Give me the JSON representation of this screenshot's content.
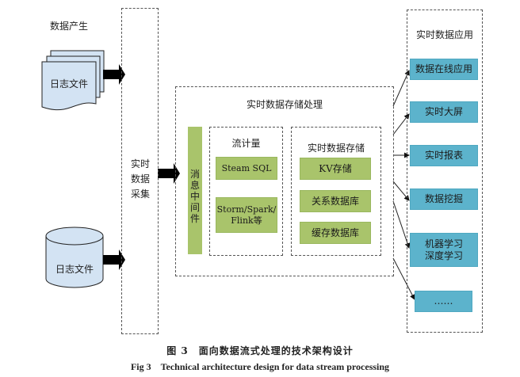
{
  "diagram": {
    "source": {
      "title": "数据产生",
      "doc_label": "日志文件",
      "db_label": "日志文件"
    },
    "collection": {
      "lines": [
        "实时",
        "数据",
        "采集"
      ]
    },
    "processing": {
      "title": "实时数据存储处理",
      "middleware": "消息中间件",
      "stream": {
        "title": "流计量",
        "items": [
          "Steam SQL",
          "Storm/Spark/\nFlink等"
        ]
      },
      "storage": {
        "title": "实时数据存储",
        "items": [
          "KV存储",
          "关系数据库",
          "缓存数据库"
        ]
      }
    },
    "applications": {
      "title": "实时数据应用",
      "items": [
        "数据在线应用",
        "实时大屏",
        "实时报表",
        "数据挖掘",
        "机器学习\n深度学习",
        "……"
      ]
    },
    "colors": {
      "green": "#a9c46b",
      "blue": "#5cb3cc",
      "doc_fill": "#d3e3f3"
    }
  },
  "caption": {
    "cn": "图 3　面向数据流式处理的技术架构设计",
    "en": "Fig 3　Technical architecture design for data stream processing"
  }
}
